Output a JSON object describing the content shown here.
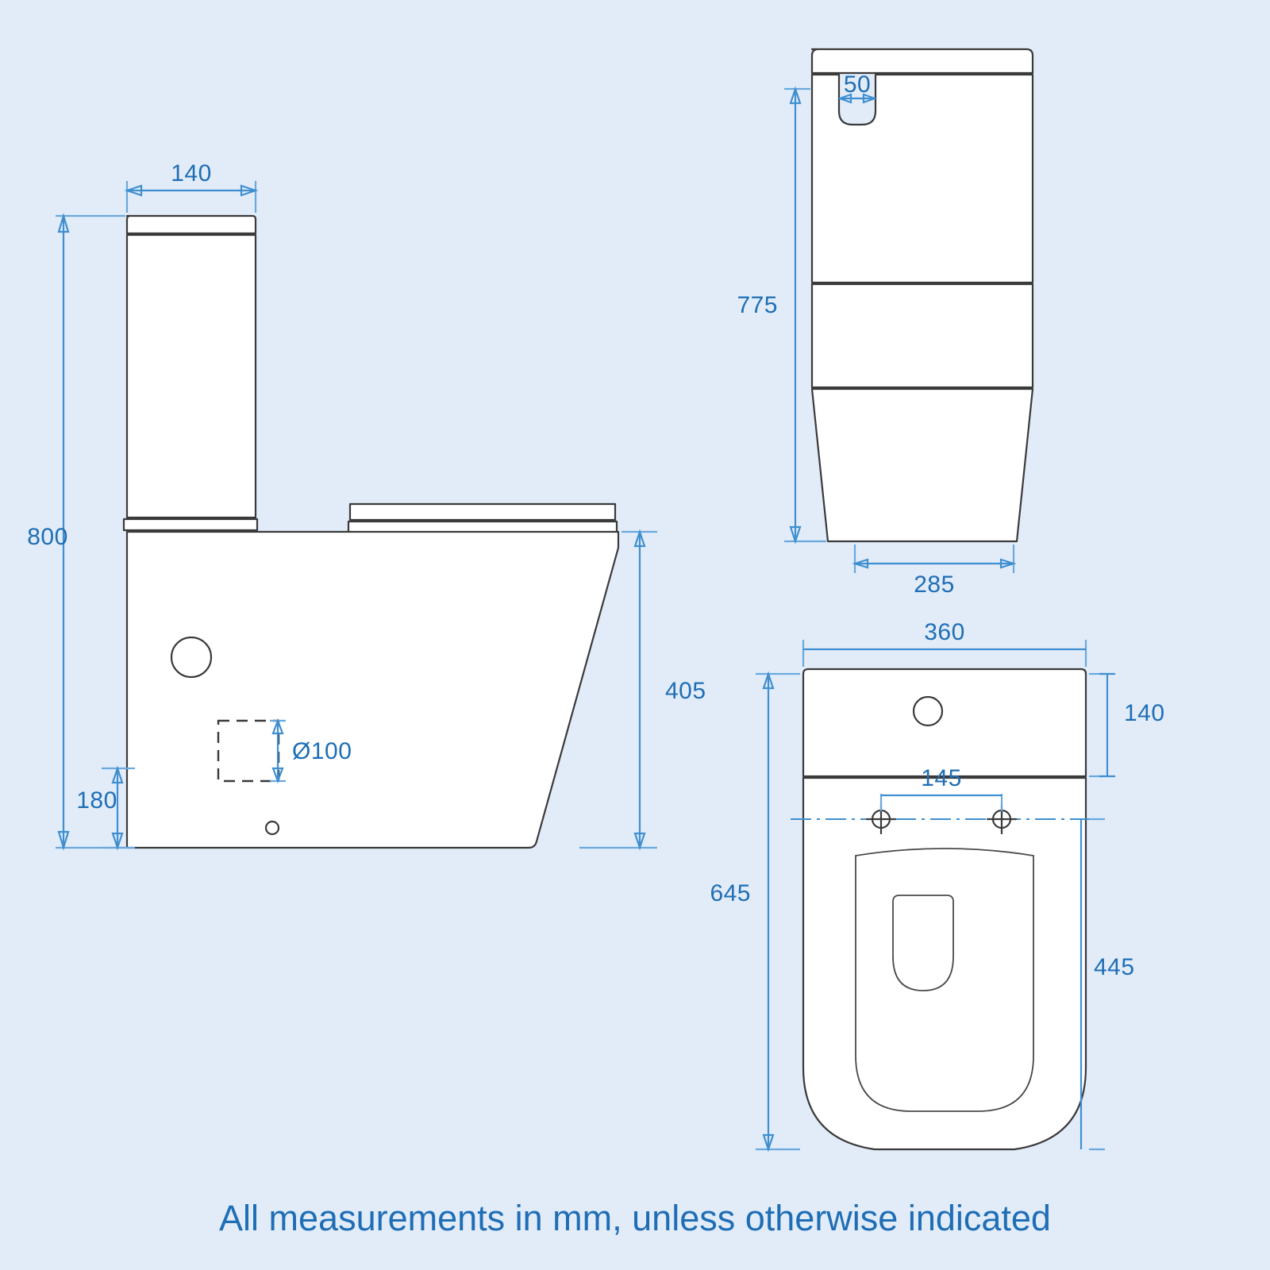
{
  "sheet": {
    "background_color": "#e2ecf9",
    "dimension_color": "#1f6eb5",
    "dimension_line_color": "#3f8fd0",
    "outline_color": "#3a3a3a",
    "caption": "All measurements in mm, unless otherwise indicated"
  },
  "views": {
    "side": {
      "name": "side-elevation",
      "dimensions": {
        "cistern_width": "140",
        "overall_height": "800",
        "pan_height": "405",
        "outlet_centre_height": "180",
        "outlet_diameter": "Ø100"
      }
    },
    "front": {
      "name": "front-elevation",
      "dimensions": {
        "flush_slot_width": "50",
        "overall_height": "775",
        "foot_width": "285"
      }
    },
    "plan": {
      "name": "plan-view",
      "dimensions": {
        "overall_width": "360",
        "cistern_depth": "140",
        "bolt_spacing": "145",
        "overall_depth": "645",
        "pan_depth": "445"
      }
    }
  },
  "chart_data": {
    "type": "table",
    "title": "Close Coupled Toilet Technical Drawing",
    "units": "mm",
    "annotations": [
      {
        "view": "side-elevation",
        "label": "140",
        "meaning": "cistern width"
      },
      {
        "view": "side-elevation",
        "label": "800",
        "meaning": "overall height"
      },
      {
        "view": "side-elevation",
        "label": "405",
        "meaning": "pan rim height"
      },
      {
        "view": "side-elevation",
        "label": "180",
        "meaning": "soil outlet centre height"
      },
      {
        "view": "side-elevation",
        "label": "Ø100",
        "meaning": "soil outlet diameter"
      },
      {
        "view": "front-elevation",
        "label": "50",
        "meaning": "flush slot width"
      },
      {
        "view": "front-elevation",
        "label": "775",
        "meaning": "height to cistern top"
      },
      {
        "view": "front-elevation",
        "label": "285",
        "meaning": "foot width"
      },
      {
        "view": "plan-view",
        "label": "360",
        "meaning": "overall width"
      },
      {
        "view": "plan-view",
        "label": "140",
        "meaning": "cistern depth"
      },
      {
        "view": "plan-view",
        "label": "145",
        "meaning": "fixing bolt spacing"
      },
      {
        "view": "plan-view",
        "label": "645",
        "meaning": "overall depth"
      },
      {
        "view": "plan-view",
        "label": "445",
        "meaning": "pan depth"
      }
    ]
  }
}
